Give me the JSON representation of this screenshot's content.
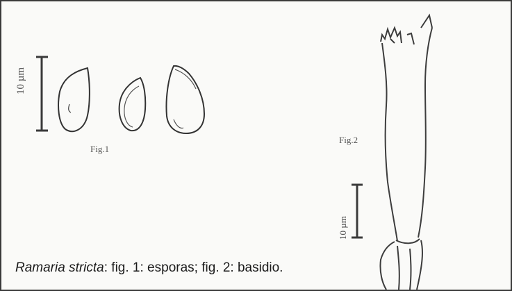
{
  "figure": {
    "scale_label_fig1": "10 µm",
    "scale_label_fig2": "10 µm",
    "fig1_label": "Fig.1",
    "fig2_label": "Fig.2",
    "caption_species": "Ramaria stricta",
    "caption_rest": ": fig. 1: esporas; fig. 2: basidio."
  }
}
